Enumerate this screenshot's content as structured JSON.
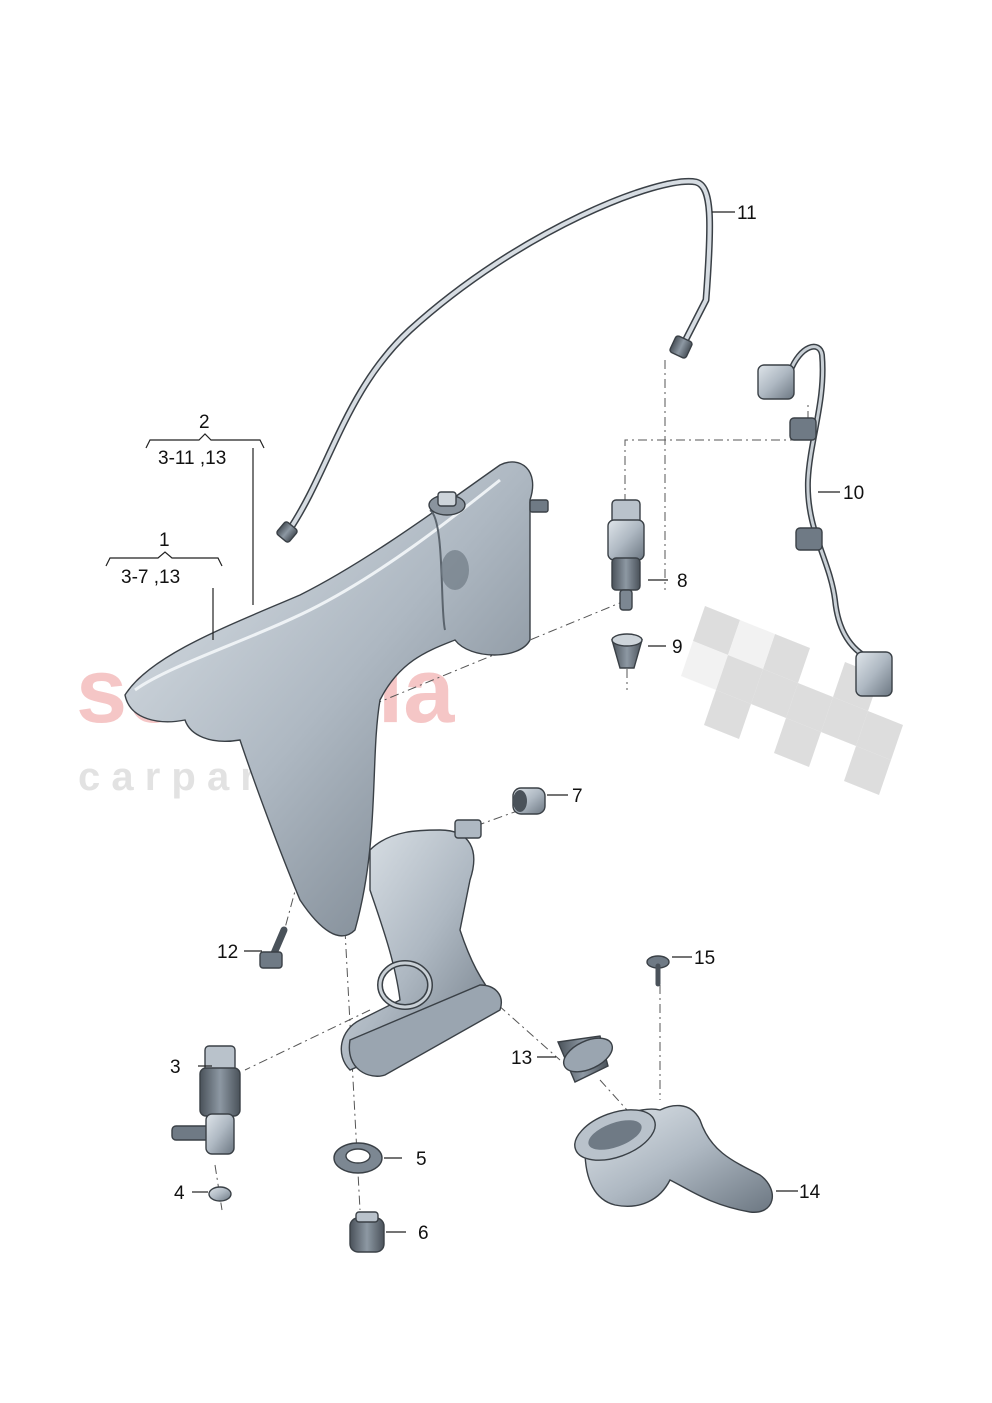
{
  "watermark": {
    "brand": "scuderia",
    "subtitle": "c a r p a r t s",
    "color": "#f2b4b4",
    "checker_color": "#cfcfcf"
  },
  "callouts": [
    {
      "id": "1",
      "label": "1",
      "sub": "3-7 ,13"
    },
    {
      "id": "2",
      "label": "2",
      "sub": "3-11 ,13"
    },
    {
      "id": "3",
      "label": "3"
    },
    {
      "id": "4",
      "label": "4"
    },
    {
      "id": "5",
      "label": "5"
    },
    {
      "id": "6",
      "label": "6"
    },
    {
      "id": "7",
      "label": "7"
    },
    {
      "id": "8",
      "label": "8"
    },
    {
      "id": "9",
      "label": "9"
    },
    {
      "id": "10",
      "label": "10"
    },
    {
      "id": "11",
      "label": "11"
    },
    {
      "id": "12",
      "label": "12"
    },
    {
      "id": "13",
      "label": "13"
    },
    {
      "id": "14",
      "label": "14"
    },
    {
      "id": "15",
      "label": "15"
    }
  ],
  "colors": {
    "part_fill": "#b9c2cb",
    "part_shadow": "#6f7a85",
    "part_highlight": "#e3e8ec",
    "line": "#222222"
  }
}
